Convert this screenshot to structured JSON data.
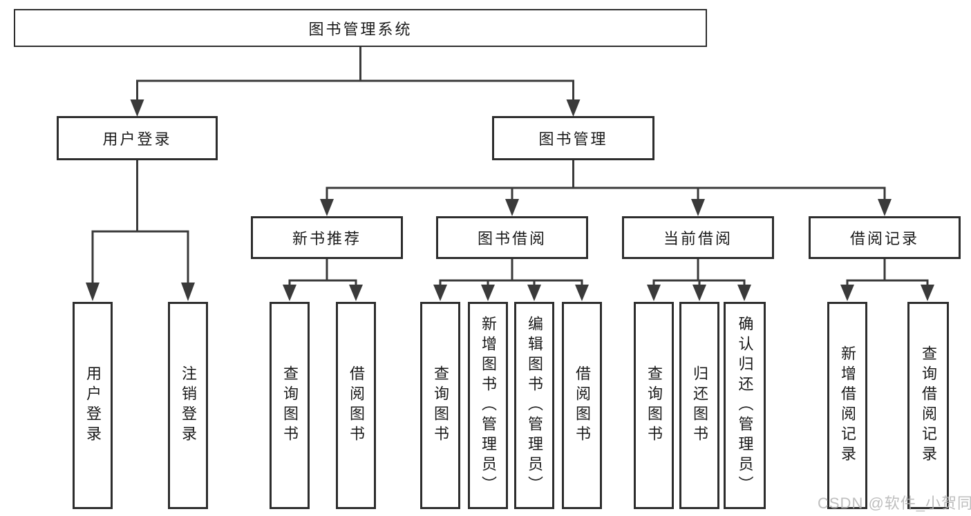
{
  "tree": {
    "root": {
      "label": "图书管理系统"
    },
    "branches": [
      {
        "label": "用户登录",
        "children": [
          {
            "label": "用户登录"
          },
          {
            "label": "注销登录"
          }
        ]
      },
      {
        "label": "图书管理",
        "children": [
          {
            "label": "新书推荐",
            "children": [
              {
                "label": "查询图书"
              },
              {
                "label": "借阅图书"
              }
            ]
          },
          {
            "label": "图书借阅",
            "children": [
              {
                "label": "查询图书"
              },
              {
                "label": "新增图书（管理员）"
              },
              {
                "label": "编辑图书（管理员）"
              },
              {
                "label": "借阅图书"
              }
            ]
          },
          {
            "label": "当前借阅",
            "children": [
              {
                "label": "查询图书"
              },
              {
                "label": "归还图书"
              },
              {
                "label": "确认归还（管理员）"
              }
            ]
          },
          {
            "label": "借阅记录",
            "children": [
              {
                "label": "新增借阅记录"
              },
              {
                "label": "查询借阅记录"
              }
            ]
          }
        ]
      }
    ]
  },
  "watermark": "CSDN @软件_小贺同学",
  "colors": {
    "background": "#ffffff",
    "line": "#3a3a3a",
    "border": "#2d2d2d",
    "text": "#1a1a1a",
    "watermark": "#b3b3b3"
  }
}
